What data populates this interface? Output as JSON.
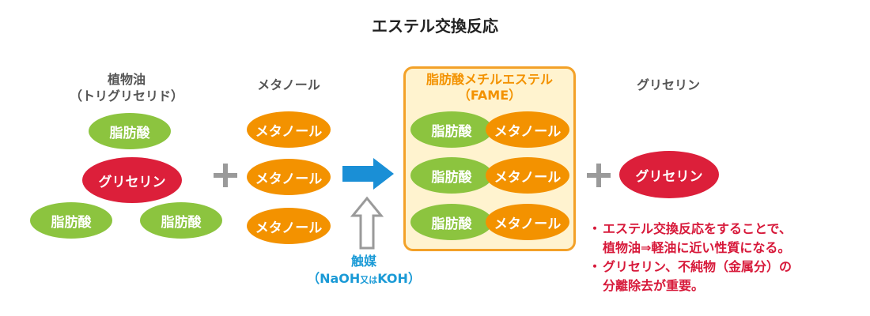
{
  "title": "エステル交換反応",
  "reactants": {
    "vegetable_oil": {
      "label_line1": "植物油",
      "label_line2": "（トリグリセリド）",
      "fatty_acid": "脂肪酸",
      "glycerin": "グリセリン"
    },
    "methanol": {
      "label": "メタノール",
      "item": "メタノール"
    }
  },
  "catalyst": {
    "label": "触媒",
    "detail_prefix": "（NaOH",
    "detail_or": "又は",
    "detail_suffix": "KOH）"
  },
  "products": {
    "fame": {
      "title_line1": "脂肪酸メチルエステル",
      "title_line2": "（FAME）",
      "fatty_acid": "脂肪酸",
      "methanol": "メタノール"
    },
    "glycerin": {
      "label": "グリセリン",
      "item": "グリセリン"
    }
  },
  "notes": [
    {
      "bullet": "・",
      "line1": "エステル交換反応をすることで、",
      "line2": "植物油⇒軽油に近い性質になる。"
    },
    {
      "bullet": "・",
      "line1": "グリセリン、不純物（金属分）の",
      "line2": "分離除去が重要。"
    }
  ],
  "colors": {
    "fatty_acid": "#8cc43f",
    "glycerin": "#dc1f3a",
    "methanol": "#f39200",
    "arrow": "#1a8fd6",
    "catalyst_text": "#1a9ad6",
    "note_text": "#d7193a",
    "fame_box_fill": "#fff3cf",
    "fame_box_border": "#f3a128"
  }
}
